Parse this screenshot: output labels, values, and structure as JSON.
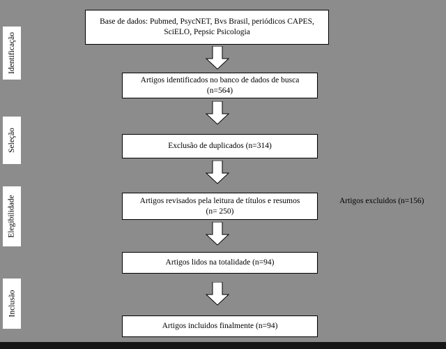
{
  "colors": {
    "background": "#8c8c8c",
    "box_background": "#ffffff",
    "box_border": "#000000",
    "text": "#000000",
    "bottom_edge": "#161616"
  },
  "stage_labels": [
    {
      "label": "Identificação"
    },
    {
      "label": "Seleção"
    },
    {
      "label": "Elegibilidade"
    },
    {
      "label": "Inclusão"
    }
  ],
  "boxes": {
    "databases": {
      "line1": "Base de dados: Pubmed, PsycNET, Bvs Brasil, periódicos CAPES,",
      "line2": "SciELO, Pepsic Psicologia"
    },
    "identified": {
      "line1": "Artigos identificados no banco de dados de busca",
      "line2": "(n=564)"
    },
    "duplicates": {
      "line1": "Exclusão de duplicados (n=314)"
    },
    "reviewed": {
      "line1": "Artigos revisados pela leitura de títulos e resumos",
      "line2": "(n= 250)"
    },
    "fulltext": {
      "line1": "Artigos lidos na totalidade (n=94)"
    },
    "included": {
      "line1": "Artigos incluidos finalmente (n=94)"
    }
  },
  "side_note": {
    "text": "Artigos excluidos (n=156)"
  }
}
